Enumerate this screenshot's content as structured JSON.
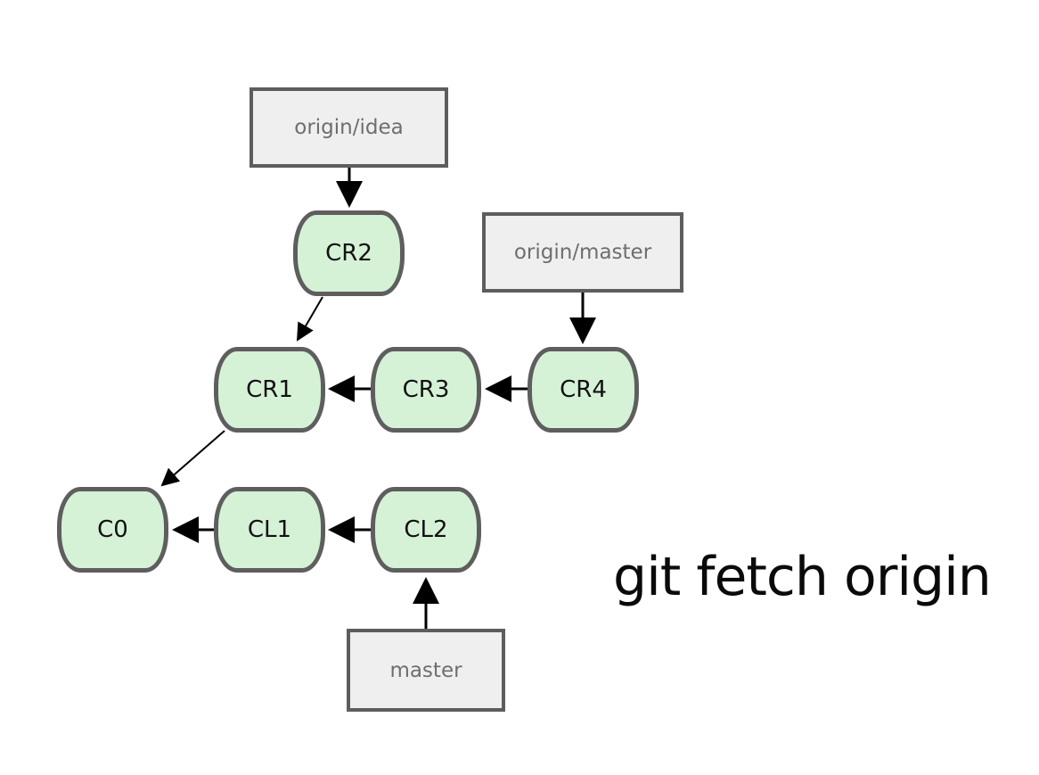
{
  "refs": {
    "origin_idea": "origin/idea",
    "origin_master": "origin/master",
    "master": "master"
  },
  "commits": {
    "c0": "C0",
    "cl1": "CL1",
    "cl2": "CL2",
    "cr1": "CR1",
    "cr2": "CR2",
    "cr3": "CR3",
    "cr4": "CR4"
  },
  "command": "git fetch origin",
  "colors": {
    "commit_fill": "#d5f2d7",
    "commit_border": "#5e5e5e",
    "ref_fill": "#efefef",
    "ref_border": "#5d5d5d",
    "arrow": "#000000"
  }
}
